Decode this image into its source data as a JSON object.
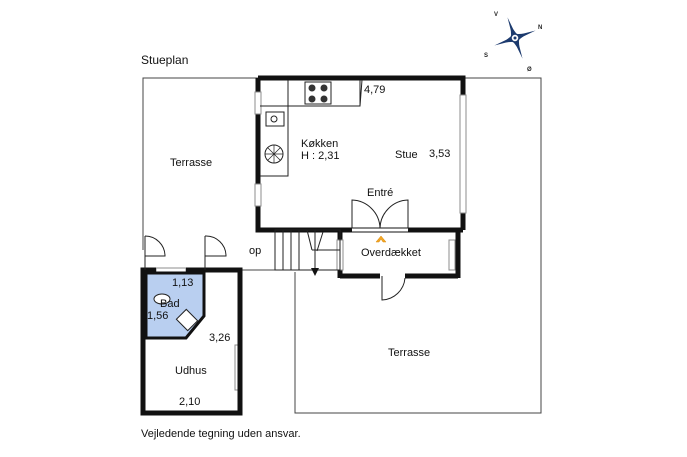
{
  "plan": {
    "title": "Stueplan",
    "disclaimer": "Vejledende tegning uden ansvar.",
    "rooms": {
      "kokken": "Køkken",
      "kokken_height": "H : 2,31",
      "stue": "Stue",
      "entre": "Entré",
      "overdaekket": "Overdækket",
      "terrasse_top": "Terrasse",
      "terrasse_bottom": "Terrasse",
      "bad": "Bad",
      "udhus": "Udhus",
      "op": "op"
    },
    "dimensions": {
      "d479": "4,79",
      "d353": "3,53",
      "d113": "1,13",
      "d156": "1,56",
      "d326": "3,26",
      "d210": "2,10"
    },
    "compass": {
      "n": "N",
      "s": "S",
      "v": "V",
      "o": "Ø"
    }
  },
  "colors": {
    "wall": "#111111",
    "bath_fill": "#b9cff0",
    "window": "#9a9a9a",
    "accent": "#f5a623"
  }
}
